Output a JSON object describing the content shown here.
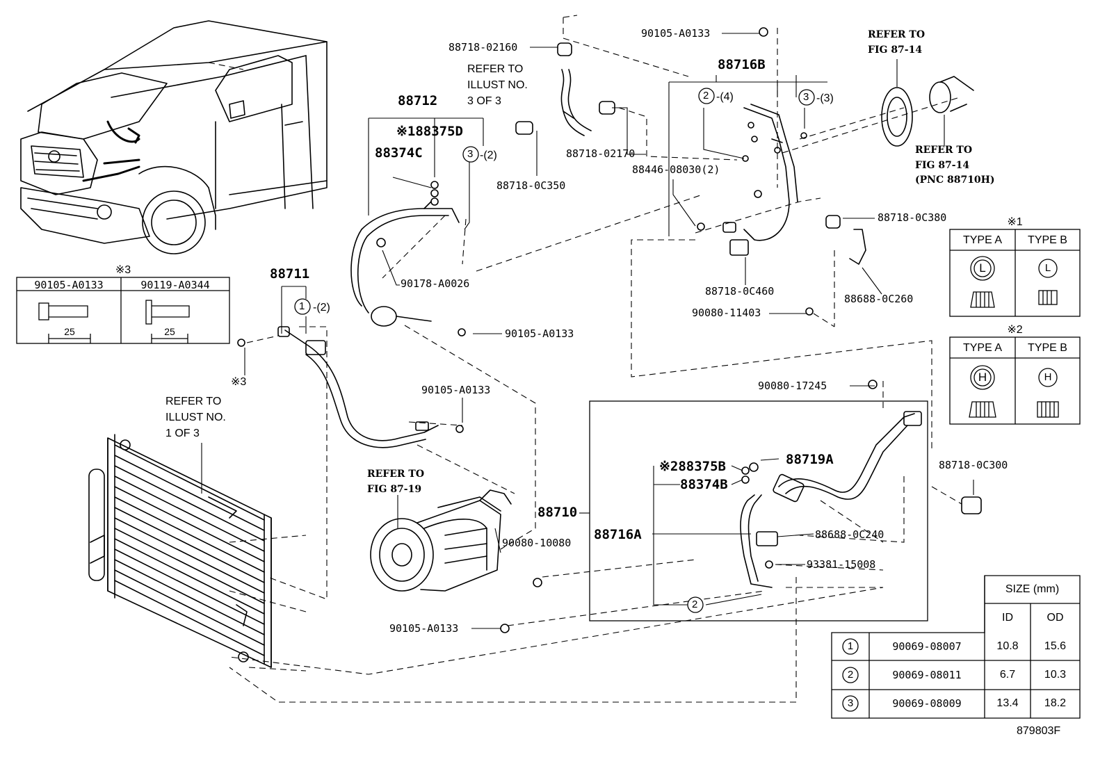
{
  "parts": {
    "p88718_02160": "88718-02160",
    "p90105_top": "90105-A0133",
    "p88716B": "88716B",
    "p88712": "88712",
    "p88375D": "※188375D",
    "p88374C": "88374C",
    "p88718_02170": "88718-02170",
    "p88446": "88446-08030(2)",
    "p88718_0C350": "88718-0C350",
    "p88718_0C380": "88718-0C380",
    "p90178": "90178-A0026",
    "p88718_0C460": "88718-0C460",
    "p88688_0C260": "88688-0C260",
    "p90080_11403": "90080-11403",
    "p90105_mid": "90105-A0133",
    "p88711": "88711",
    "p90105_comp": "90105-A0133",
    "p90080_17245": "90080-17245",
    "p88718_0C300": "88718-0C300",
    "p88375B": "※288375B",
    "p88719A": "88719A",
    "p88374B": "88374B",
    "p88710": "88710",
    "p88716A": "88716A",
    "p88688_0C240": "88688-0C240",
    "p90080_10080": "90080-10080",
    "p93381": "93381-15008",
    "p90105_bot": "90105-A0133",
    "note3": "※3"
  },
  "circled": {
    "c2_4": {
      "n": "2",
      "q": "-(4)"
    },
    "c3_3": {
      "n": "3",
      "q": "-(3)"
    },
    "c3_2": {
      "n": "3",
      "q": "-(2)"
    },
    "c1_2": {
      "n": "1",
      "q": "-(2)"
    },
    "c2_low": {
      "n": "2"
    }
  },
  "refs": {
    "illust3": [
      "REFER TO",
      "ILLUST NO.",
      "3 OF 3"
    ],
    "illust1": [
      "REFER TO",
      "ILLUST NO.",
      "1 OF 3"
    ],
    "fig87_14_top": [
      "REFER TO",
      "FIG 87-14"
    ],
    "fig87_14_pnc": [
      "REFER TO",
      "FIG 87-14",
      "(PNC 88710H)"
    ],
    "fig87_19": [
      "REFER TO",
      "FIG 87-19"
    ]
  },
  "bolt_table": {
    "mark": "※3",
    "col1": "90105-A0133",
    "col2": "90119-A0344",
    "len1": "25",
    "len2": "25"
  },
  "type_table1": {
    "mark": "※1",
    "a": "TYPE A",
    "b": "TYPE B",
    "sym_a": "L",
    "sym_b": "L"
  },
  "type_table2": {
    "mark": "※2",
    "a": "TYPE A",
    "b": "TYPE B",
    "sym_a": "H",
    "sym_b": "H"
  },
  "size_table": {
    "header": "SIZE (mm)",
    "id": "ID",
    "od": "OD",
    "rows": [
      {
        "n": "1",
        "part": "90069-08007",
        "id": "10.8",
        "od": "15.6"
      },
      {
        "n": "2",
        "part": "90069-08011",
        "id": "6.7",
        "od": "10.3"
      },
      {
        "n": "3",
        "part": "90069-08009",
        "id": "13.4",
        "od": "18.2"
      }
    ]
  },
  "figure_id": "879803F"
}
